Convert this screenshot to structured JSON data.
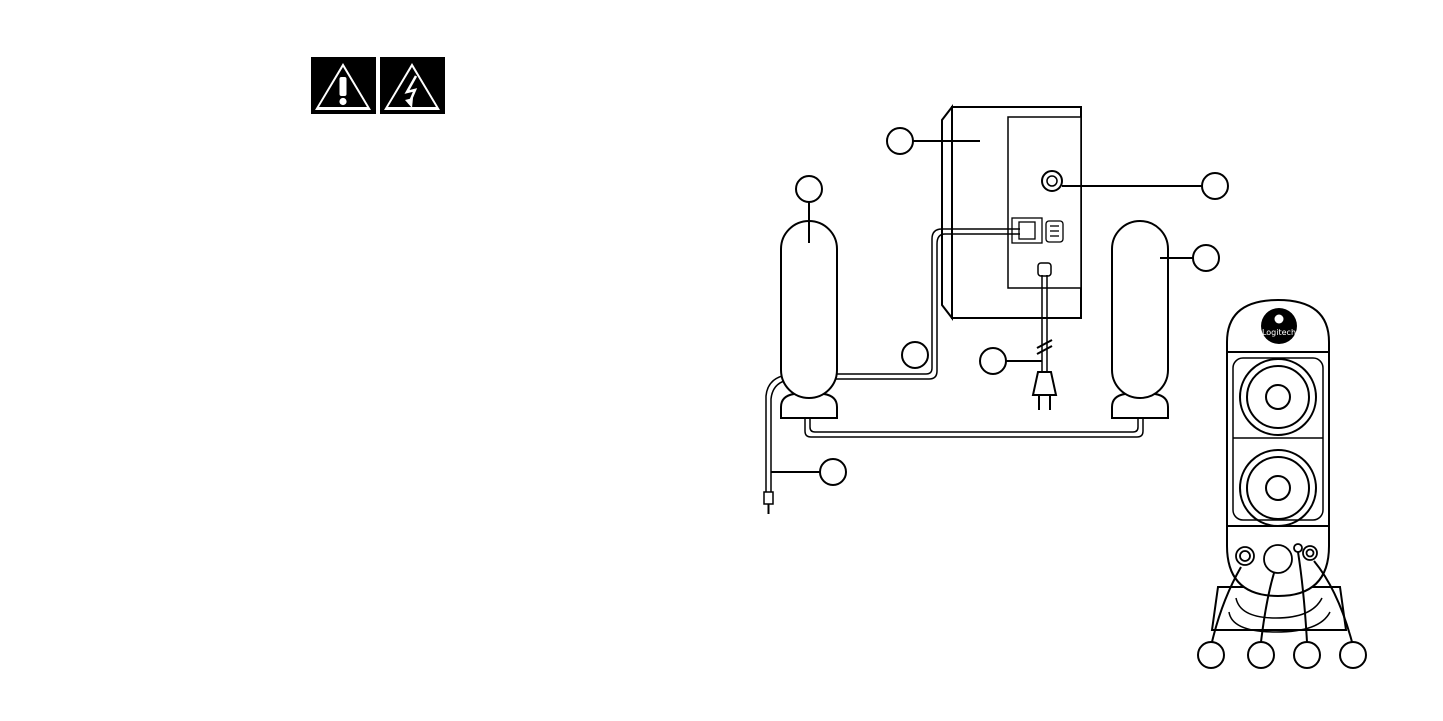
{
  "warning_icons": [
    {
      "name": "exclamation-warning-icon"
    },
    {
      "name": "lightning-warning-icon"
    }
  ],
  "brand": {
    "logo_text": "Logitech"
  },
  "callouts": [
    {
      "id": "subwoofer"
    },
    {
      "id": "headphone-jack"
    },
    {
      "id": "left-satellite"
    },
    {
      "id": "right-satellite"
    },
    {
      "id": "satellite-cable"
    },
    {
      "id": "power-cord"
    },
    {
      "id": "audio-input-cable"
    },
    {
      "id": "control-left-jack"
    },
    {
      "id": "control-volume-knob"
    },
    {
      "id": "control-power-led"
    },
    {
      "id": "control-right-jack"
    }
  ],
  "colors": {
    "line": "#000000",
    "background": "#ffffff"
  }
}
